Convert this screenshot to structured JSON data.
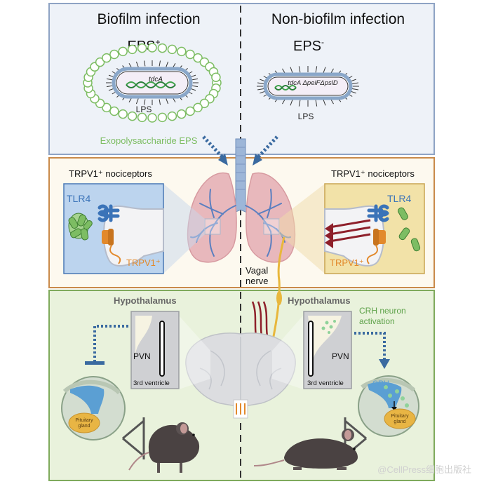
{
  "top": {
    "left_title": "Biofilm infection",
    "right_title": "Non-biofilm infection",
    "eps_pos": "EPS",
    "eps_pos_sup": "+",
    "eps_neg": "EPS",
    "eps_neg_sup": "-",
    "gene_left": "tdcA",
    "gene_right": "tdcA ΔpelFΔpslD",
    "lps_left": "LPS",
    "lps_right": "LPS",
    "eps_caption": "Exopolysaccharide EPS"
  },
  "middle": {
    "left_title": "TRPV1⁺ nociceptors",
    "right_title": "TRPV1⁺ nociceptors",
    "tlr4_left": "TLR4",
    "tlr4_right": "TLR4",
    "trpv1_left": "TRPV1⁺",
    "trpv1_right": "TRPV1⁺",
    "vagal": [
      "Vagal",
      "nerve"
    ]
  },
  "bottom": {
    "hypo_left": "Hypothalamus",
    "hypo_right": "Hypothalamus",
    "pvn_left": "PVN",
    "pvn_right": "PVN",
    "ventricle_left": "3rd ventricle",
    "ventricle_right": "3rd ventricle",
    "crh_activation": [
      "CRH neuron",
      "activation"
    ],
    "crh": "CRH",
    "pituitary_left": [
      "Pituitary",
      "gland"
    ],
    "pituitary_right": [
      "Pituitary",
      "gland"
    ]
  },
  "watermark": "@CellPress细胞出版社",
  "colors": {
    "top_panel_bg": "#eef2f8",
    "top_panel_border": "#8ea3c4",
    "mid_panel_bg": "#fdf9ef",
    "mid_panel_border": "#c98a4a",
    "bottom_panel_bg": "#e9f2dc",
    "bottom_panel_border": "#7faa5c",
    "eps_green": "#7dbd63",
    "tlr4_blue": "#3a73b8",
    "trpv1_orange": "#e2892b",
    "arrow_dark_red": "#8e1f2a",
    "dotted_blue": "#3a6aa0"
  }
}
